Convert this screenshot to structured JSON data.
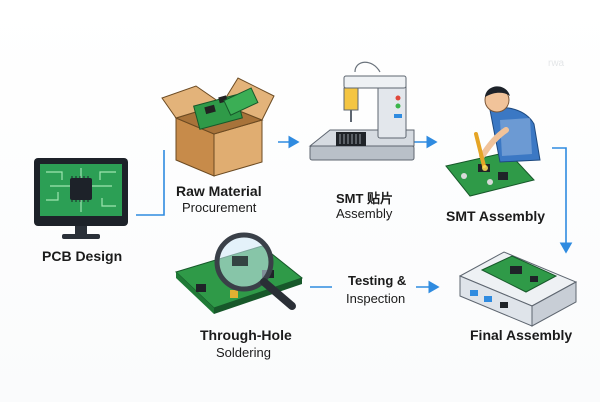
{
  "steps": [
    {
      "title": "PCB Design",
      "subtitle": ""
    },
    {
      "title": "Raw Material",
      "subtitle": "Procurement"
    },
    {
      "title": "SMT 贴片",
      "subtitle": "Assembly"
    },
    {
      "title": "SMT Assembly",
      "subtitle": ""
    },
    {
      "title": "Through-Hole",
      "subtitle": "Soldering"
    },
    {
      "title": "Testing &",
      "subtitle": "Inspection"
    },
    {
      "title": "Final Assembly",
      "subtitle": ""
    }
  ],
  "watermark": "rwa",
  "colors": {
    "arrow": "#2f8be0",
    "pcb_green": "#2f9a48",
    "pcb_dark": "#1f7a36",
    "box_tan": "#d9a66b",
    "machine_grey": "#d8dde3",
    "worker_blue": "#3b78c4"
  },
  "icons": [
    "monitor-icon",
    "cardboard-box-icon",
    "smt-machine-icon",
    "worker-icon",
    "magnifier-icon",
    "electronics-case-icon"
  ]
}
